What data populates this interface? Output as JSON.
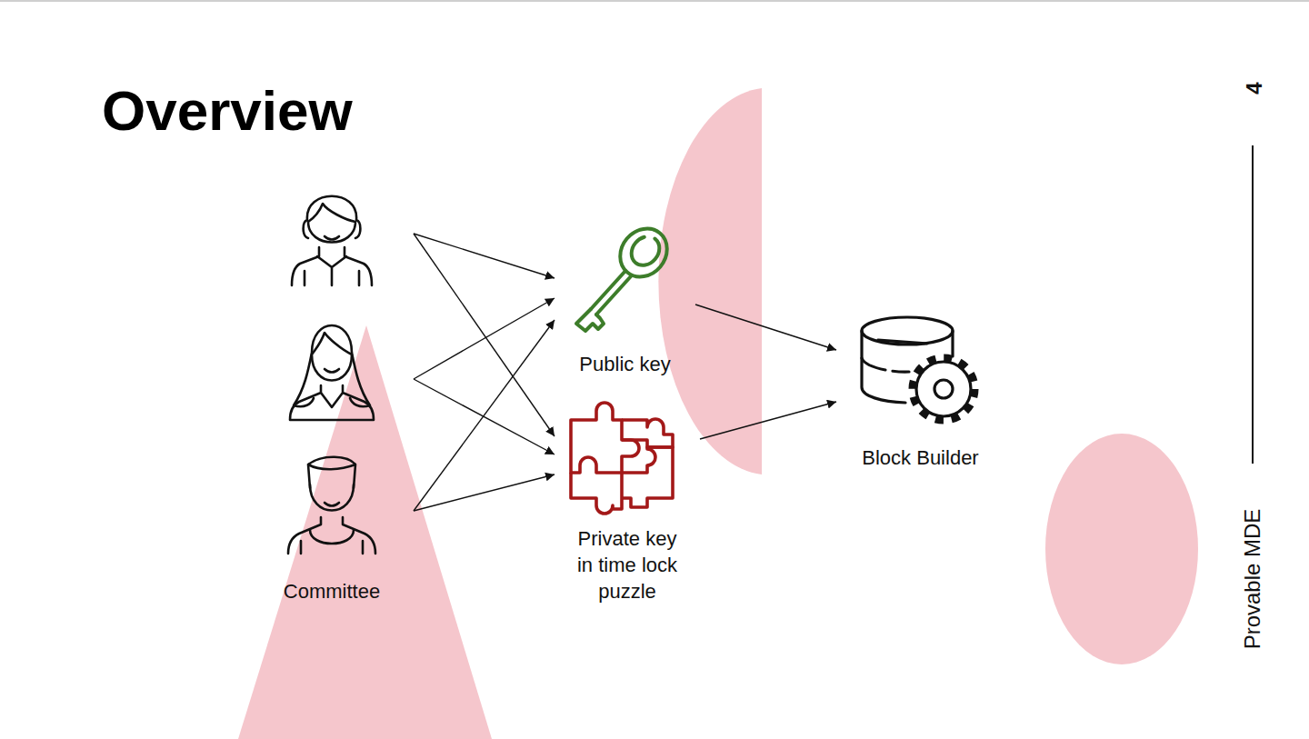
{
  "diagram": {
    "title": "Overview",
    "nodes": [
      {
        "text": [
          "Committee"
        ]
      },
      {
        "text": [
          "Public key"
        ]
      },
      {
        "text": [
          "Private key in time lock puzzle"
        ]
      },
      {
        "text": [
          "Block Builder"
        ]
      }
    ],
    "edges": [
      {
        "from": 0,
        "to": 1,
        "arrow": "to"
      },
      {
        "from": 0,
        "to": 1,
        "arrow": "to"
      },
      {
        "from": 0,
        "to": 1,
        "arrow": "to"
      },
      {
        "from": 0,
        "to": 2,
        "arrow": "to"
      },
      {
        "from": 0,
        "to": 2,
        "arrow": "to"
      },
      {
        "from": 0,
        "to": 2,
        "arrow": "to"
      },
      {
        "from": 1,
        "to": 3,
        "arrow": "to"
      },
      {
        "from": 2,
        "to": 3,
        "arrow": "to"
      }
    ],
    "labels": [
      "4",
      "Provable MDE"
    ]
  }
}
